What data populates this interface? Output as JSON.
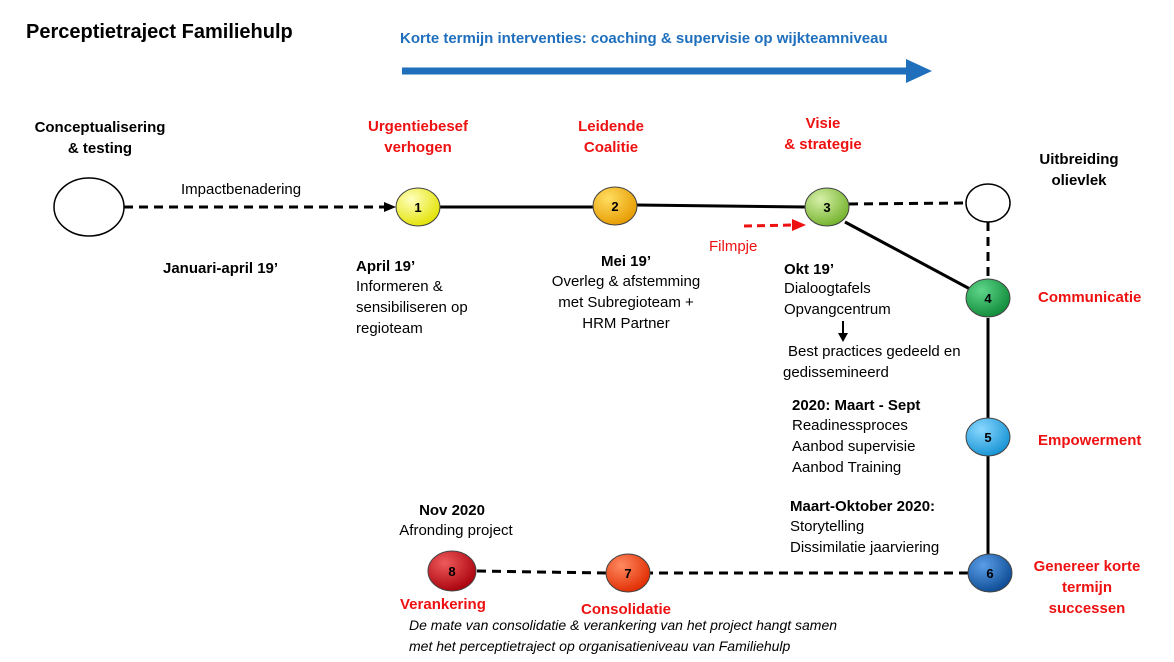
{
  "title": "Perceptietraject Familiehulp",
  "top_arrow_label": "Korte termijn interventies: coaching & supervisie op wijkteamniveau",
  "start": {
    "label_lines": [
      "Conceptualisering",
      "& testing"
    ],
    "edge_label": "Impactbenadering",
    "date": "Januari-april 19’"
  },
  "end": {
    "label_lines": [
      "Uitbreiding",
      "olievlek"
    ]
  },
  "nodes": [
    {
      "num": "1",
      "color": "#f2f200",
      "title_lines": [
        "Urgentiebesef",
        "verhogen"
      ],
      "date": "April 19’",
      "desc_lines": [
        "Informeren &",
        "sensibiliseren op",
        "regioteam"
      ]
    },
    {
      "num": "2",
      "color": "#f4aa00",
      "title_lines": [
        "Leidende",
        "Coalitie"
      ],
      "date": "Mei 19’",
      "desc_lines": [
        "Overleg & afstemming",
        "met Subregioteam +",
        "HRM Partner"
      ]
    },
    {
      "num": "3",
      "color": "#8cc63e",
      "title_lines": [
        "Visie",
        "& strategie"
      ],
      "date": "Okt 19’",
      "desc_lines": [
        "Dialoogtafels",
        "Opvangcentrum"
      ],
      "extra_lines": [
        "Best practices gedeeld en",
        "gedissemineerd"
      ],
      "side_label": "Filmpje"
    },
    {
      "num": "4",
      "color": "#1fa84a",
      "title_lines": [
        "Communicatie"
      ]
    },
    {
      "num": "5",
      "color": "#29a8e8",
      "title_lines": [
        "Empowerment"
      ],
      "date": "2020: Maart - Sept",
      "desc_lines": [
        "Readinessproces",
        "Aanbod supervisie",
        "Aanbod Training"
      ]
    },
    {
      "num": "6",
      "color": "#1561b3",
      "title_lines": [
        "Genereer korte",
        "termijn",
        "successen"
      ],
      "date": "Maart-Oktober 2020:",
      "desc_lines": [
        "Storytelling",
        "Dissimilatie jaarviering"
      ]
    },
    {
      "num": "7",
      "color": "#f23c10",
      "title_lines": [
        "Consolidatie"
      ]
    },
    {
      "num": "8",
      "color": "#c8101a",
      "title_lines": [
        "Verankering"
      ],
      "date": "Nov 2020",
      "desc_lines": [
        "Afronding project"
      ]
    }
  ],
  "footnote_lines": [
    "De mate van consolidatie & verankering van het project hangt samen",
    "met het perceptietraject op organisatieniveau van Familiehulp"
  ],
  "colors": {
    "accent_red": "#ee1111",
    "accent_blue": "#1f6fbd",
    "line": "#000000"
  }
}
